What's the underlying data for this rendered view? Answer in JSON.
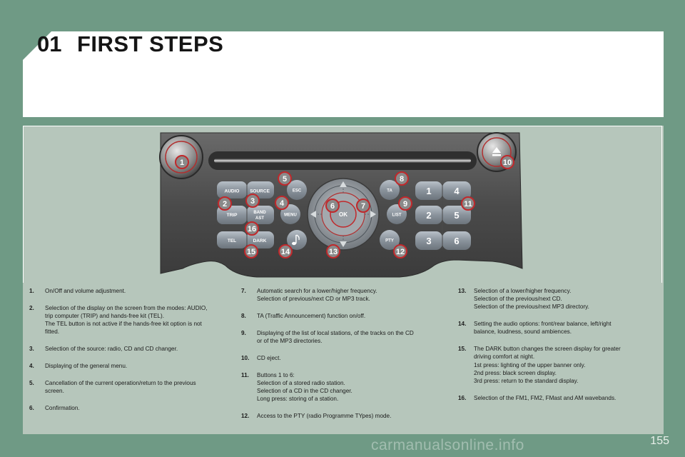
{
  "header": {
    "chapter_number": "01",
    "title": "FIRST STEPS"
  },
  "radio": {
    "buttons": {
      "audio": "AUDIO",
      "source": "SOURCE",
      "esc": "ESC",
      "trip": "TRIP",
      "band": "BAND",
      "ast": "AST",
      "menu": "MENU",
      "tel": "TEL",
      "dark": "DARK",
      "ok": "OK",
      "ta": "TA",
      "list": "LIST",
      "pty": "PTY",
      "eject_icon": "eject-icon",
      "music_note_icon": "music-note-icon"
    },
    "presets": [
      "1",
      "4",
      "2",
      "5",
      "3",
      "6"
    ],
    "callouts": [
      "1",
      "2",
      "3",
      "4",
      "5",
      "6",
      "7",
      "8",
      "9",
      "10",
      "11",
      "12",
      "13",
      "14",
      "15",
      "16"
    ],
    "colors": {
      "callout_fill": "#8a8a8a",
      "callout_ring": "#c0282b",
      "faceplate": "#4a4a4a"
    }
  },
  "legend": {
    "col1": [
      {
        "num": "1.",
        "text": "On/Off and volume adjustment."
      },
      {
        "num": "2.",
        "text": "Selection of the display on the screen from the modes: AUDIO,\ntrip computer (TRIP) and hands-free kit (TEL).\nThe TEL button is not active if the hands-free kit option is not\nfitted."
      },
      {
        "num": "3.",
        "text": "Selection of the source: radio, CD and CD changer."
      },
      {
        "num": "4.",
        "text": "Displaying of the general menu."
      },
      {
        "num": "5.",
        "text": "Cancellation of the current operation/return to the previous\nscreen."
      },
      {
        "num": "6.",
        "text": "Confirmation."
      }
    ],
    "col2": [
      {
        "num": "7.",
        "text": "Automatic search for a lower/higher frequency.\nSelection of previous/next CD or MP3 track."
      },
      {
        "num": "8.",
        "text": "TA (Traffic Announcement) function on/off."
      },
      {
        "num": "9.",
        "text": "Displaying of the list of local stations, of the tracks on the CD\nor of the MP3 directories."
      },
      {
        "num": "10.",
        "text": "CD eject."
      },
      {
        "num": "11.",
        "text": "Buttons 1 to 6:\nSelection of a stored radio station.\nSelection of a CD in the CD changer.\nLong press: storing of a station."
      },
      {
        "num": "12.",
        "text": "Access to the PTY (radio Programme TYpes) mode."
      }
    ],
    "col3": [
      {
        "num": "13.",
        "text": "Selection of a lower/higher frequency.\nSelection of the previous/next CD.\nSelection of the previous/next MP3 directory."
      },
      {
        "num": "14.",
        "text": "Setting the audio options: front/rear balance, left/right\nbalance, loudness, sound ambiences."
      },
      {
        "num": "15.",
        "text": "The DARK button changes the screen display for greater\ndriving comfort at night.\n1st press: lighting of the upper banner only.\n2nd press: black screen display.\n3rd press: return to the standard display."
      },
      {
        "num": "16.",
        "text": "Selection of the FM1, FM2, FMast and AM wavebands."
      }
    ]
  },
  "page_number": "155",
  "watermark": "carmanualsonline.info"
}
